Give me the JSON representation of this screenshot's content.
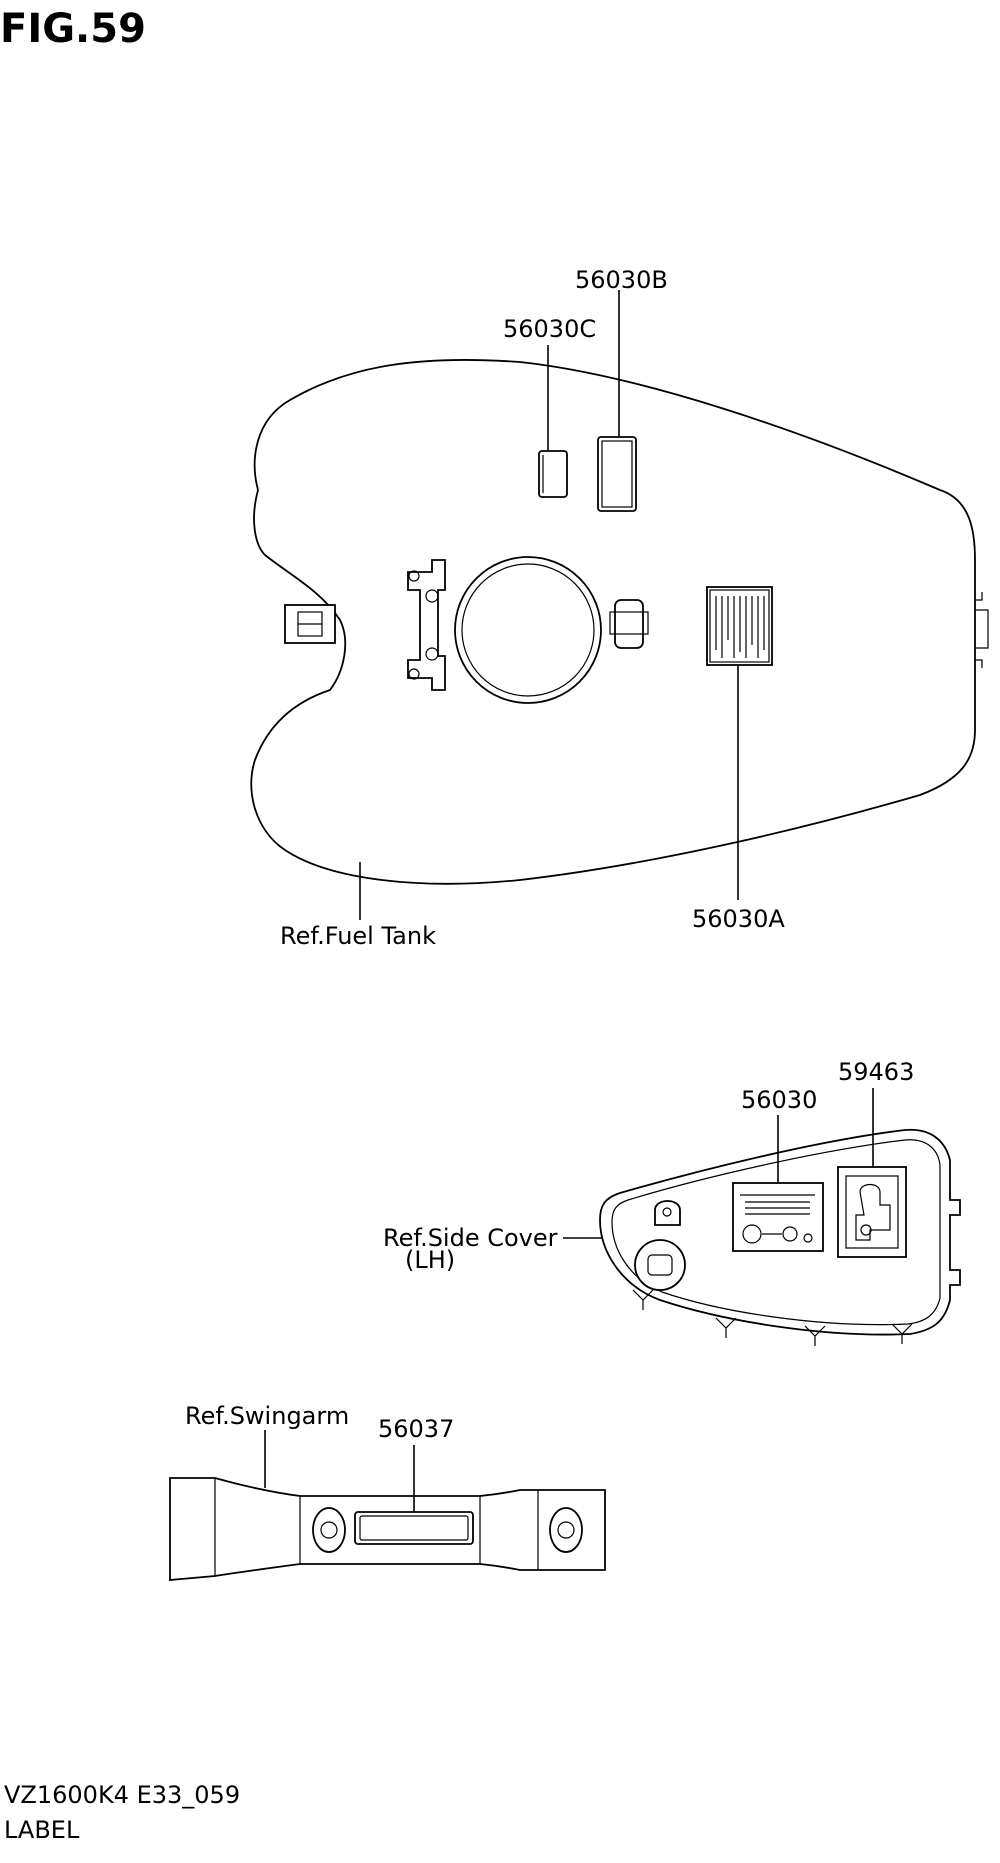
{
  "figure": {
    "title": "FIG.59",
    "code": "VZ1600K4 E33_059",
    "name": "LABEL"
  },
  "fuel_tank": {
    "ref_label": "Ref.Fuel Tank",
    "callouts": {
      "label_b": "56030B",
      "label_c": "56030C",
      "label_a": "56030A"
    }
  },
  "side_cover": {
    "ref_label": "Ref.Side Cover",
    "ref_sub": "(LH)",
    "callouts": {
      "label_main": "56030",
      "label_secondary": "59463"
    }
  },
  "swingarm": {
    "ref_label": "Ref.Swingarm",
    "callouts": {
      "label_main": "56037"
    }
  }
}
